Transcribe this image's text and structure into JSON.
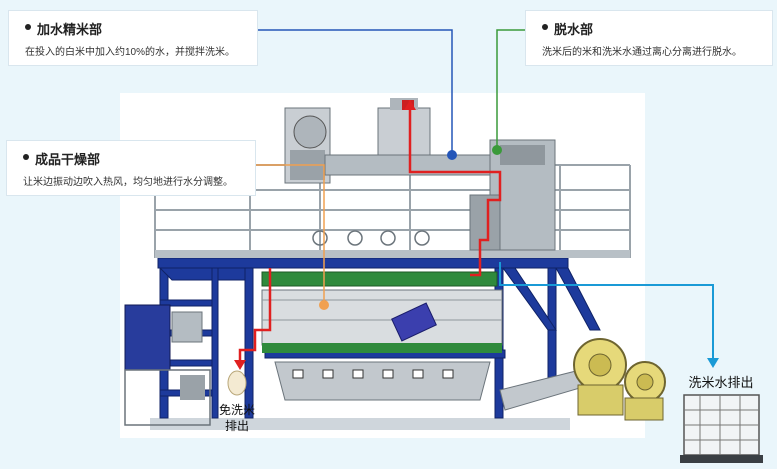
{
  "callouts": {
    "water_add": {
      "title": "加水精米部",
      "desc": "在投入的白米中加入约10%的水，并搅拌洗米。"
    },
    "dehydrate": {
      "title": "脱水部",
      "desc": "洗米后的米和洗米水通过离心分离进行脱水。"
    },
    "dry": {
      "title": "成品干燥部",
      "desc": "让米边振动边吹入热风，均匀地进行水分调整。"
    }
  },
  "labels": {
    "rinse_free_rice_out_line1": "免洗米",
    "rinse_free_rice_out_line2": "排出",
    "wash_water_out": "洗米水排出"
  },
  "colors": {
    "water_add_line": "#2456b8",
    "dehydrate_line": "#3a9a3a",
    "dry_line": "#f0a050",
    "rice_flow": "#e02020",
    "wash_water_flow": "#1a9ad6",
    "frame_blue": "#1d3a9c"
  }
}
